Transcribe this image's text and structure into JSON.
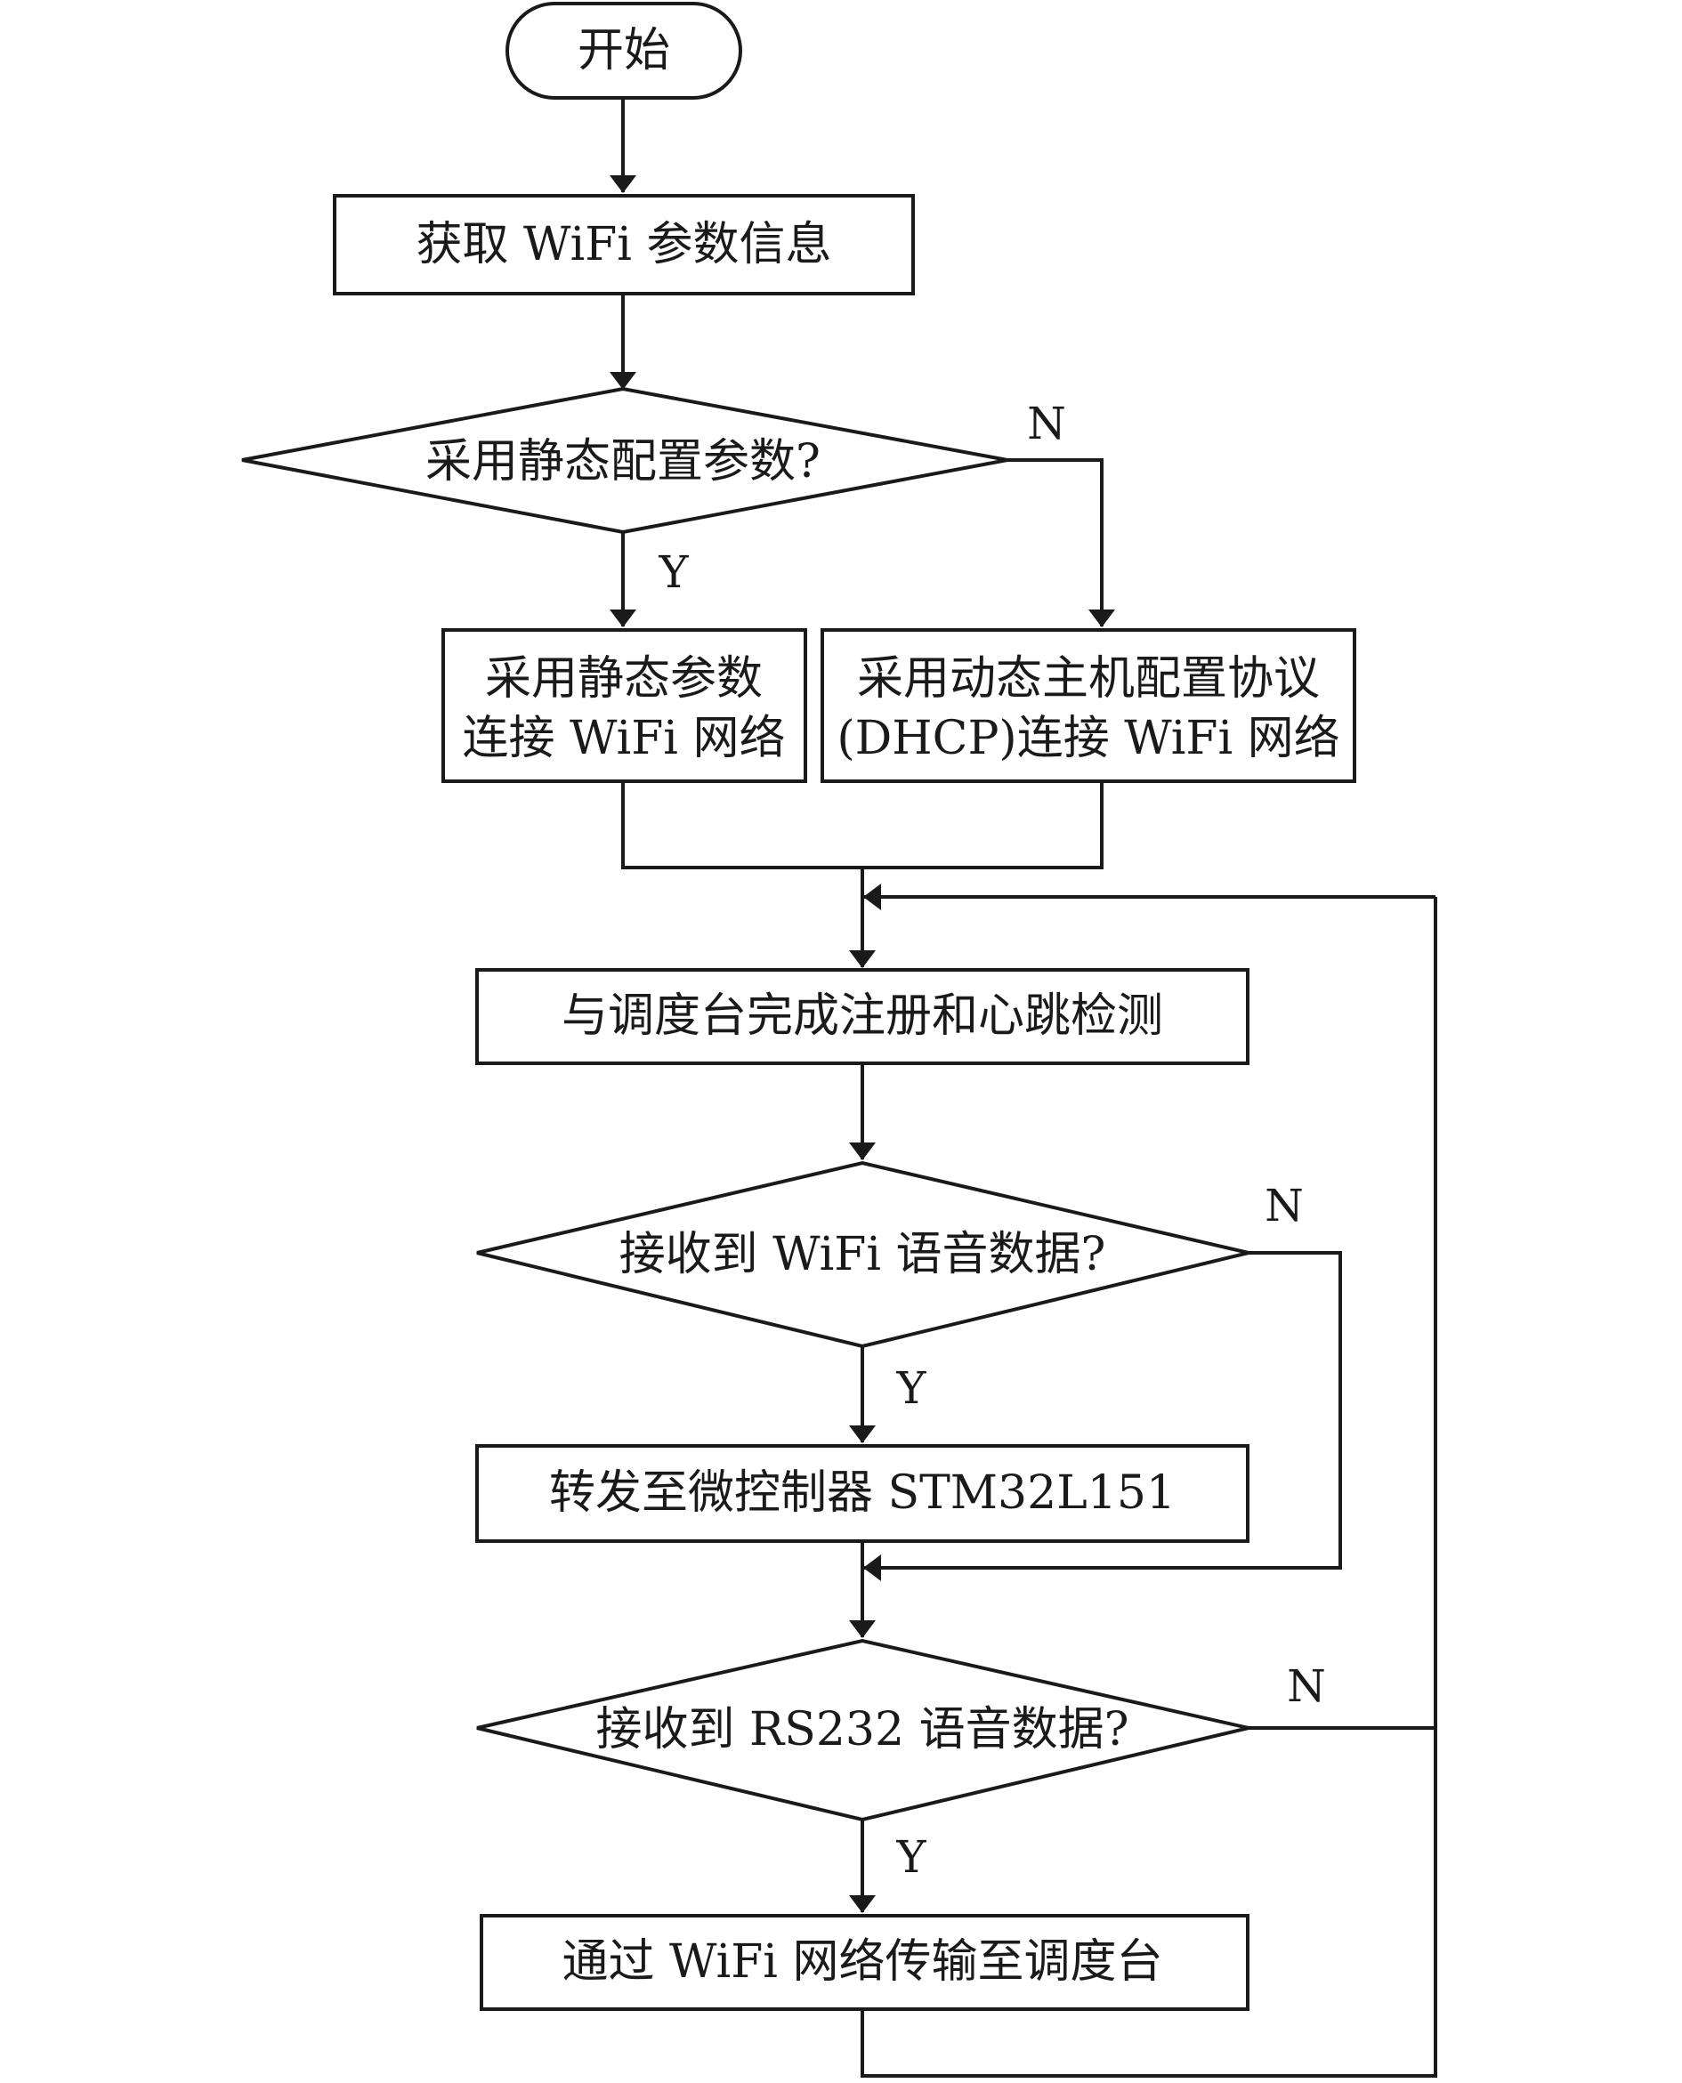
{
  "nodes": {
    "start": "开始",
    "get_params": "获取 WiFi 参数信息",
    "q_static": "采用静态配置参数?",
    "static_connect": [
      "采用静态参数",
      "连接 WiFi 网络"
    ],
    "dhcp_connect": [
      "采用动态主机配置协议",
      "(DHCP)连接 WiFi 网络"
    ],
    "register": "与调度台完成注册和心跳检测",
    "q_wifi": "接收到 WiFi 语音数据?",
    "forward": "转发至微控制器 STM32L151",
    "q_rs232": "接收到 RS232 语音数据?",
    "transmit": "通过 WiFi 网络传输至调度台"
  },
  "labels": {
    "q_static_yes": "Y",
    "q_static_no": "N",
    "q_wifi_yes": "Y",
    "q_wifi_no": "N",
    "q_rs232_yes": "Y",
    "q_rs232_no": "N"
  },
  "colors": {
    "stroke": "#1a1a1a",
    "fill": "#ffffff"
  }
}
